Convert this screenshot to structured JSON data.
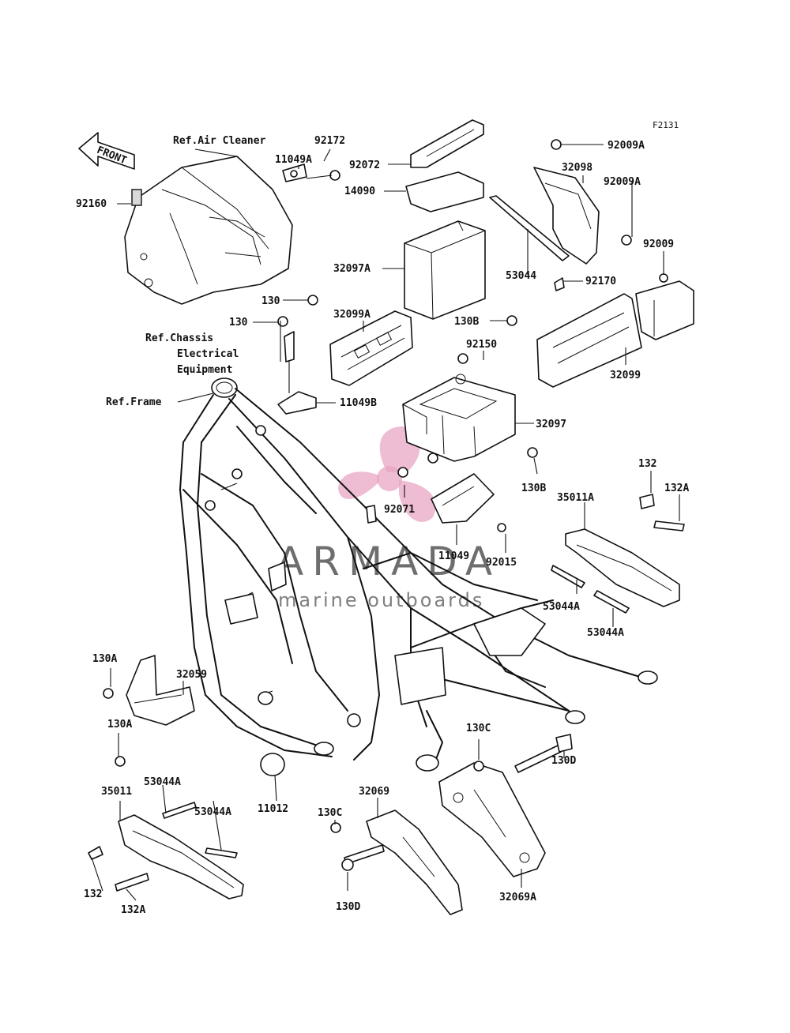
{
  "figure_code": "F2131",
  "front_arrow": "FRONT",
  "references": {
    "air_cleaner": "Ref.Air Cleaner",
    "chassis_line1": "Ref.Chassis",
    "chassis_line2": "Electrical",
    "chassis_line3": "Equipment",
    "frame": "Ref.Frame"
  },
  "parts": {
    "p92172": "92172",
    "p11049A": "11049A",
    "p92160": "92160",
    "p92072": "92072",
    "p14090": "14090",
    "p32097A": "32097A",
    "p92009A_1": "92009A",
    "p32098": "32098",
    "p92009A_2": "92009A",
    "p92009": "92009",
    "p53044": "53044",
    "p92170": "92170",
    "p130_1": "130",
    "p130_2": "130",
    "p32099A": "32099A",
    "p130B_1": "130B",
    "p92150": "92150",
    "p32099": "32099",
    "p11049B": "11049B",
    "p32097": "32097",
    "p130B_2": "130B",
    "p92071": "92071",
    "p11049": "11049",
    "p92015": "92015",
    "p132_1": "132",
    "p35011A": "35011A",
    "p132A_1": "132A",
    "p53044A_1": "53044A",
    "p53044A_2": "53044A",
    "p130A_1": "130A",
    "p32059": "32059",
    "p130A_2": "130A",
    "p130C_1": "130C",
    "p130D_1": "130D",
    "p11012": "11012",
    "p53044A_3": "53044A",
    "p53044A_4": "53044A",
    "p35011": "35011",
    "p32069": "32069",
    "p130C_2": "130C",
    "p132_2": "132",
    "p132A_2": "132A",
    "p130D_2": "130D",
    "p32069A": "32069A"
  },
  "watermark": {
    "brand": "ARMADA",
    "tagline": "marine outboards"
  }
}
